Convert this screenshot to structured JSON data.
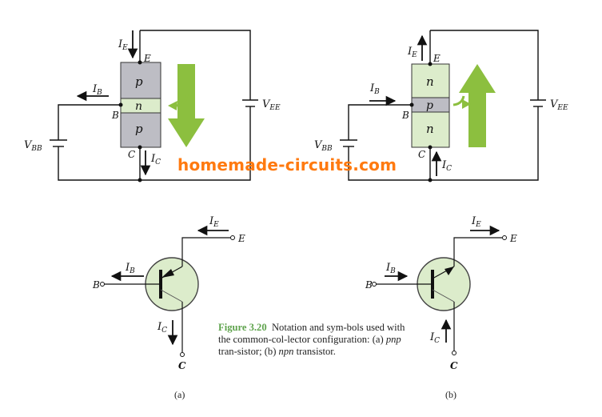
{
  "colors": {
    "green_arrow": "#8cbf3f",
    "gray_region": "#bdbdc4",
    "light_region": "#dceccb",
    "caption_green": "#5fa34d",
    "watermark_orange": "#ff7a10"
  },
  "watermark": "homemade-circuits.com",
  "pnp_structure": {
    "layers": [
      "p",
      "n",
      "p"
    ],
    "terminals": {
      "emitter": "E",
      "base": "B",
      "collector": "C"
    },
    "currents": {
      "emitter": "I",
      "emitter_sub": "E",
      "base": "I",
      "base_sub": "B",
      "collector": "I",
      "collector_sub": "C"
    },
    "sources": {
      "vbb": "V",
      "vbb_sub": "BB",
      "vee": "V",
      "vee_sub": "EE"
    }
  },
  "npn_structure": {
    "layers": [
      "n",
      "p",
      "n"
    ],
    "terminals": {
      "emitter": "E",
      "base": "B",
      "collector": "C"
    },
    "currents": {
      "emitter": "I",
      "emitter_sub": "E",
      "base": "I",
      "base_sub": "B",
      "collector": "I",
      "collector_sub": "C"
    },
    "sources": {
      "vbb": "V",
      "vbb_sub": "BB",
      "vee": "V",
      "vee_sub": "EE"
    }
  },
  "pnp_symbol": {
    "terminals": {
      "emitter": "E",
      "base": "B",
      "collector": "C"
    },
    "currents": {
      "emitter": "I",
      "emitter_sub": "E",
      "base": "I",
      "base_sub": "B",
      "collector": "I",
      "collector_sub": "C"
    }
  },
  "npn_symbol": {
    "terminals": {
      "emitter": "E",
      "base": "B",
      "collector": "C"
    },
    "currents": {
      "emitter": "I",
      "emitter_sub": "E",
      "base": "I",
      "base_sub": "B",
      "collector": "I",
      "collector_sub": "C"
    }
  },
  "caption": {
    "figure_label": "Figure 3.20",
    "text_1": "Notation and sym-bols used with the common-col-lector configuration: (a) ",
    "type_a": "pnp",
    "text_2": " tran-sistor; (b) ",
    "type_b": "npn",
    "text_3": " transistor."
  },
  "sublabels": {
    "a": "(a)",
    "b": "(b)"
  }
}
